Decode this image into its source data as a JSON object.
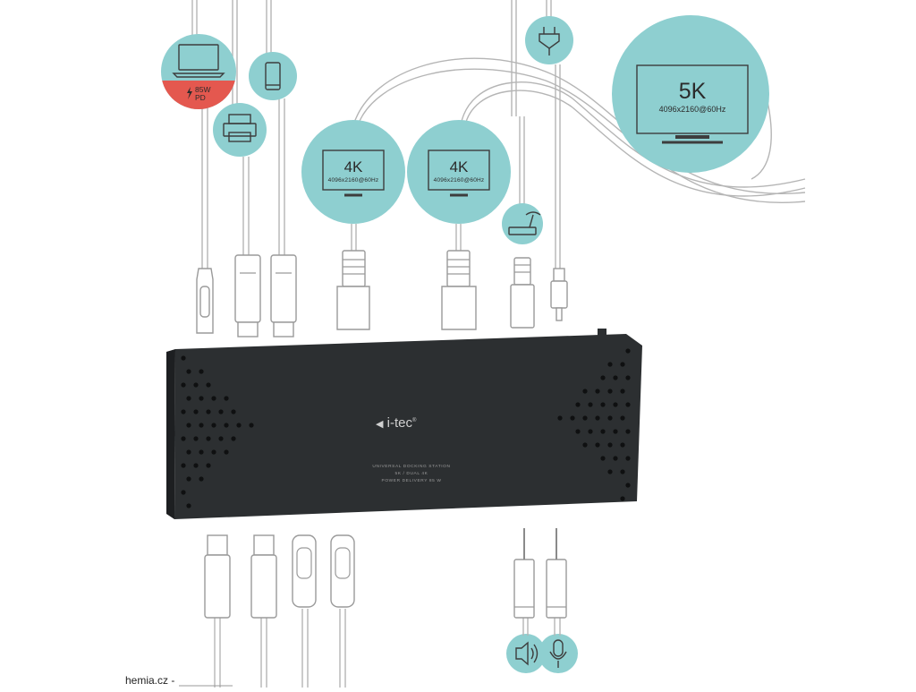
{
  "brand": {
    "name": "i-tec"
  },
  "device": {
    "line1": "UNIVERSAL DOCKING STATION",
    "line2": "5K / DUAL 4K",
    "line3": "POWER DELIVERY 85 W"
  },
  "displays": [
    {
      "resolution": "4K",
      "mode": "4096x2160@60Hz"
    },
    {
      "resolution": "4K",
      "mode": "4096x2160@60Hz"
    },
    {
      "resolution": "5K",
      "mode": "4096x2160@60Hz"
    }
  ],
  "laptop": {
    "power_line1": "85W",
    "power_line2": "PD"
  },
  "footer": {
    "text": "hemia.cz -"
  },
  "icons": [
    "laptop-icon",
    "smartphone-icon",
    "printer-icon",
    "monitor-icon",
    "power-plug-icon",
    "router-icon",
    "speaker-icon",
    "microphone-icon",
    "lightning-icon"
  ],
  "colors": {
    "circle": "#8ecfd0",
    "pd_band": "#e4584f",
    "dock": "#2c2f31",
    "line": "#a8a8a8"
  }
}
